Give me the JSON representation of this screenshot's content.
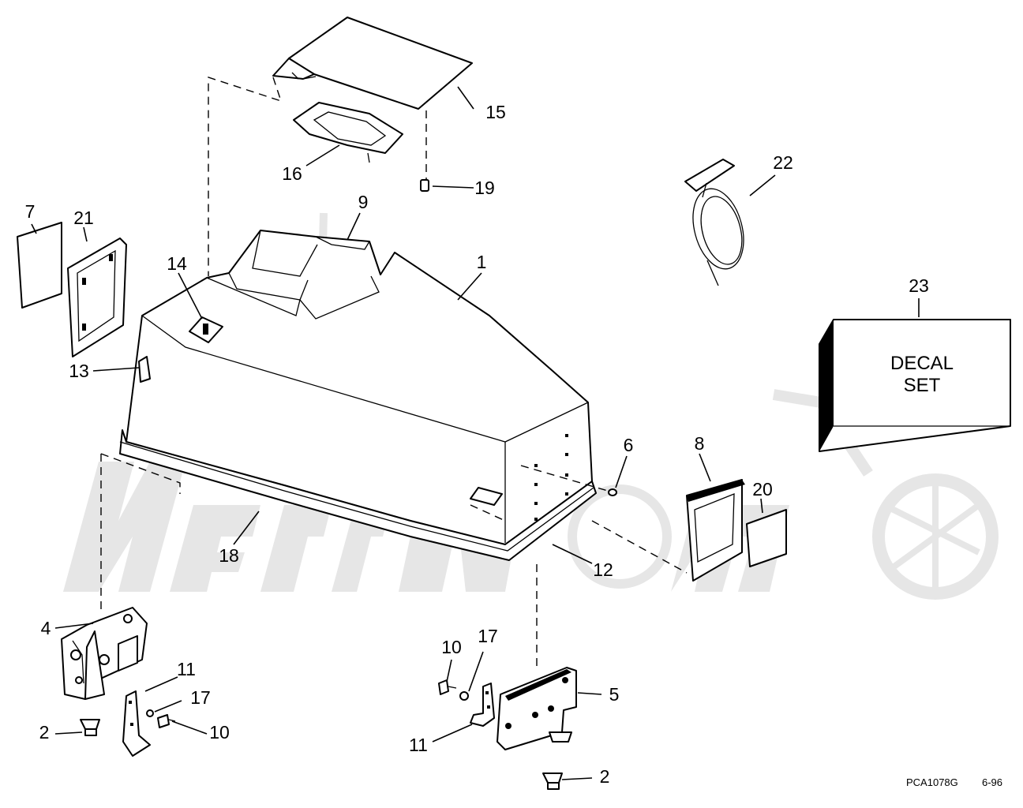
{
  "callouts": {
    "c1": "1",
    "c2a": "2",
    "c2b": "2",
    "c4": "4",
    "c5": "5",
    "c6": "6",
    "c7": "7",
    "c8": "8",
    "c9": "9",
    "c10a": "10",
    "c10b": "10",
    "c11a": "11",
    "c11b": "11",
    "c12": "12",
    "c13": "13",
    "c14": "14",
    "c15": "15",
    "c16": "16",
    "c17a": "17",
    "c17b": "17",
    "c18": "18",
    "c19": "19",
    "c20": "20",
    "c21": "21",
    "c22": "22",
    "c23": "23"
  },
  "decal_box": {
    "line1": "DECAL",
    "line2": "SET"
  },
  "footer": {
    "ref_code": "PCA1078G",
    "date": "6-96"
  }
}
